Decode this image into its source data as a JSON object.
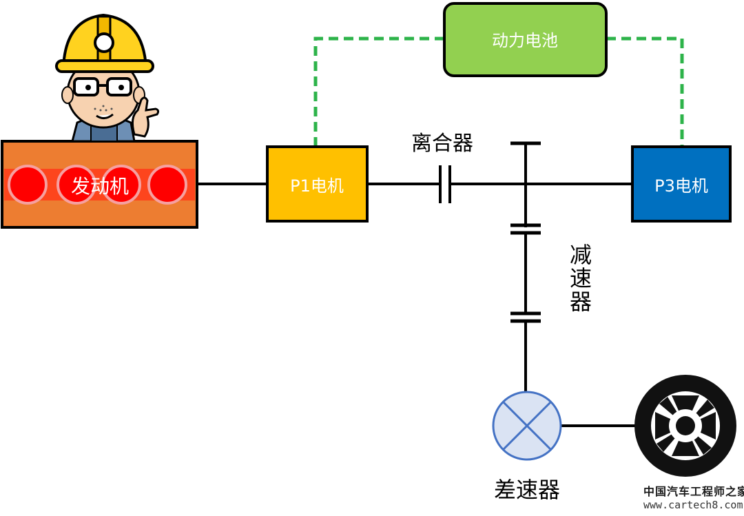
{
  "components": {
    "engine": {
      "label": "发动机",
      "color": "#ed7d31",
      "cylinder_color": "#ff0000"
    },
    "p1_motor": {
      "label": "P1电机",
      "color": "#ffc000"
    },
    "p3_motor": {
      "label": "P3电机",
      "color": "#0070c0"
    },
    "battery": {
      "label": "动力电池",
      "color": "#92d050"
    },
    "clutch": {
      "label": "离合器"
    },
    "reducer": {
      "label": "减速器"
    },
    "differential": {
      "label": "差速器",
      "color": "#dae3f3"
    },
    "wheel": {
      "color": "#111111"
    }
  },
  "connections": {
    "electric_line_color": "#2db34a",
    "shaft_color": "#000000"
  },
  "watermark": {
    "line1": "中国汽车工程师之家",
    "line2": "www.cartech8.com"
  }
}
